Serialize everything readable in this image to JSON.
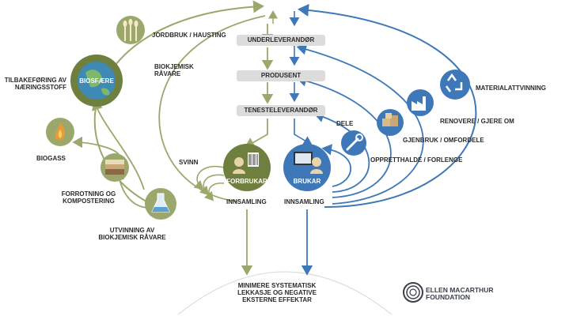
{
  "diagram": {
    "chain": {
      "supplier": "UNDERLEVERANDØR",
      "producer": "PRODUSENT",
      "service_provider": "TENESTELEVERANDØR"
    },
    "biological": {
      "farming": "JORDBRUK / HAUSTING",
      "biochemical_raw": "BIOKJEMISK\nRÅVARE",
      "biosphere": "BIOSFÆRE",
      "nutrient_return": "TILBAKEFØRING AV\nNÆRINGSSTOFF",
      "biogas": "BIOGASS",
      "composting": "FORROTNING OG\nKOMPOSTERING",
      "extraction": "UTVINNING AV\nBIOKJEMISK RÅVARE",
      "waste": "SVINN",
      "consumer": "FORBRUKAR",
      "collection": "INNSAMLING"
    },
    "technical": {
      "material_recovery": "MATERIALATTVINNING",
      "renovate": "RENOVERE / GJERE OM",
      "reuse": "GJENBRUK / OMFORDELE",
      "maintain": "OPPRETTHALDE / FORLENGE",
      "share": "DELE",
      "user": "BRUKAR",
      "collection": "INNSAMLING"
    },
    "bottom": "MINIMERE SYSTEMATISK\nLEKKASJE OG NEGATIVE\nEKSTERNE EFFEKTAR",
    "logo": "ELLEN MACARTHUR\nFOUNDATION",
    "colors": {
      "bio_green": "#9aa86b",
      "dark_green": "#6f7f3e",
      "tech_blue": "#3f78b8",
      "box_grey": "#dcdcdc"
    },
    "icons": [
      "wheat-icon",
      "globe-icon",
      "flame-icon",
      "soil-layers-icon",
      "flask-icon",
      "barcode-icon",
      "monitor-icon",
      "wrench-icon",
      "boxes-icon",
      "factory-icon",
      "recycle-icon",
      "person-icon"
    ]
  }
}
